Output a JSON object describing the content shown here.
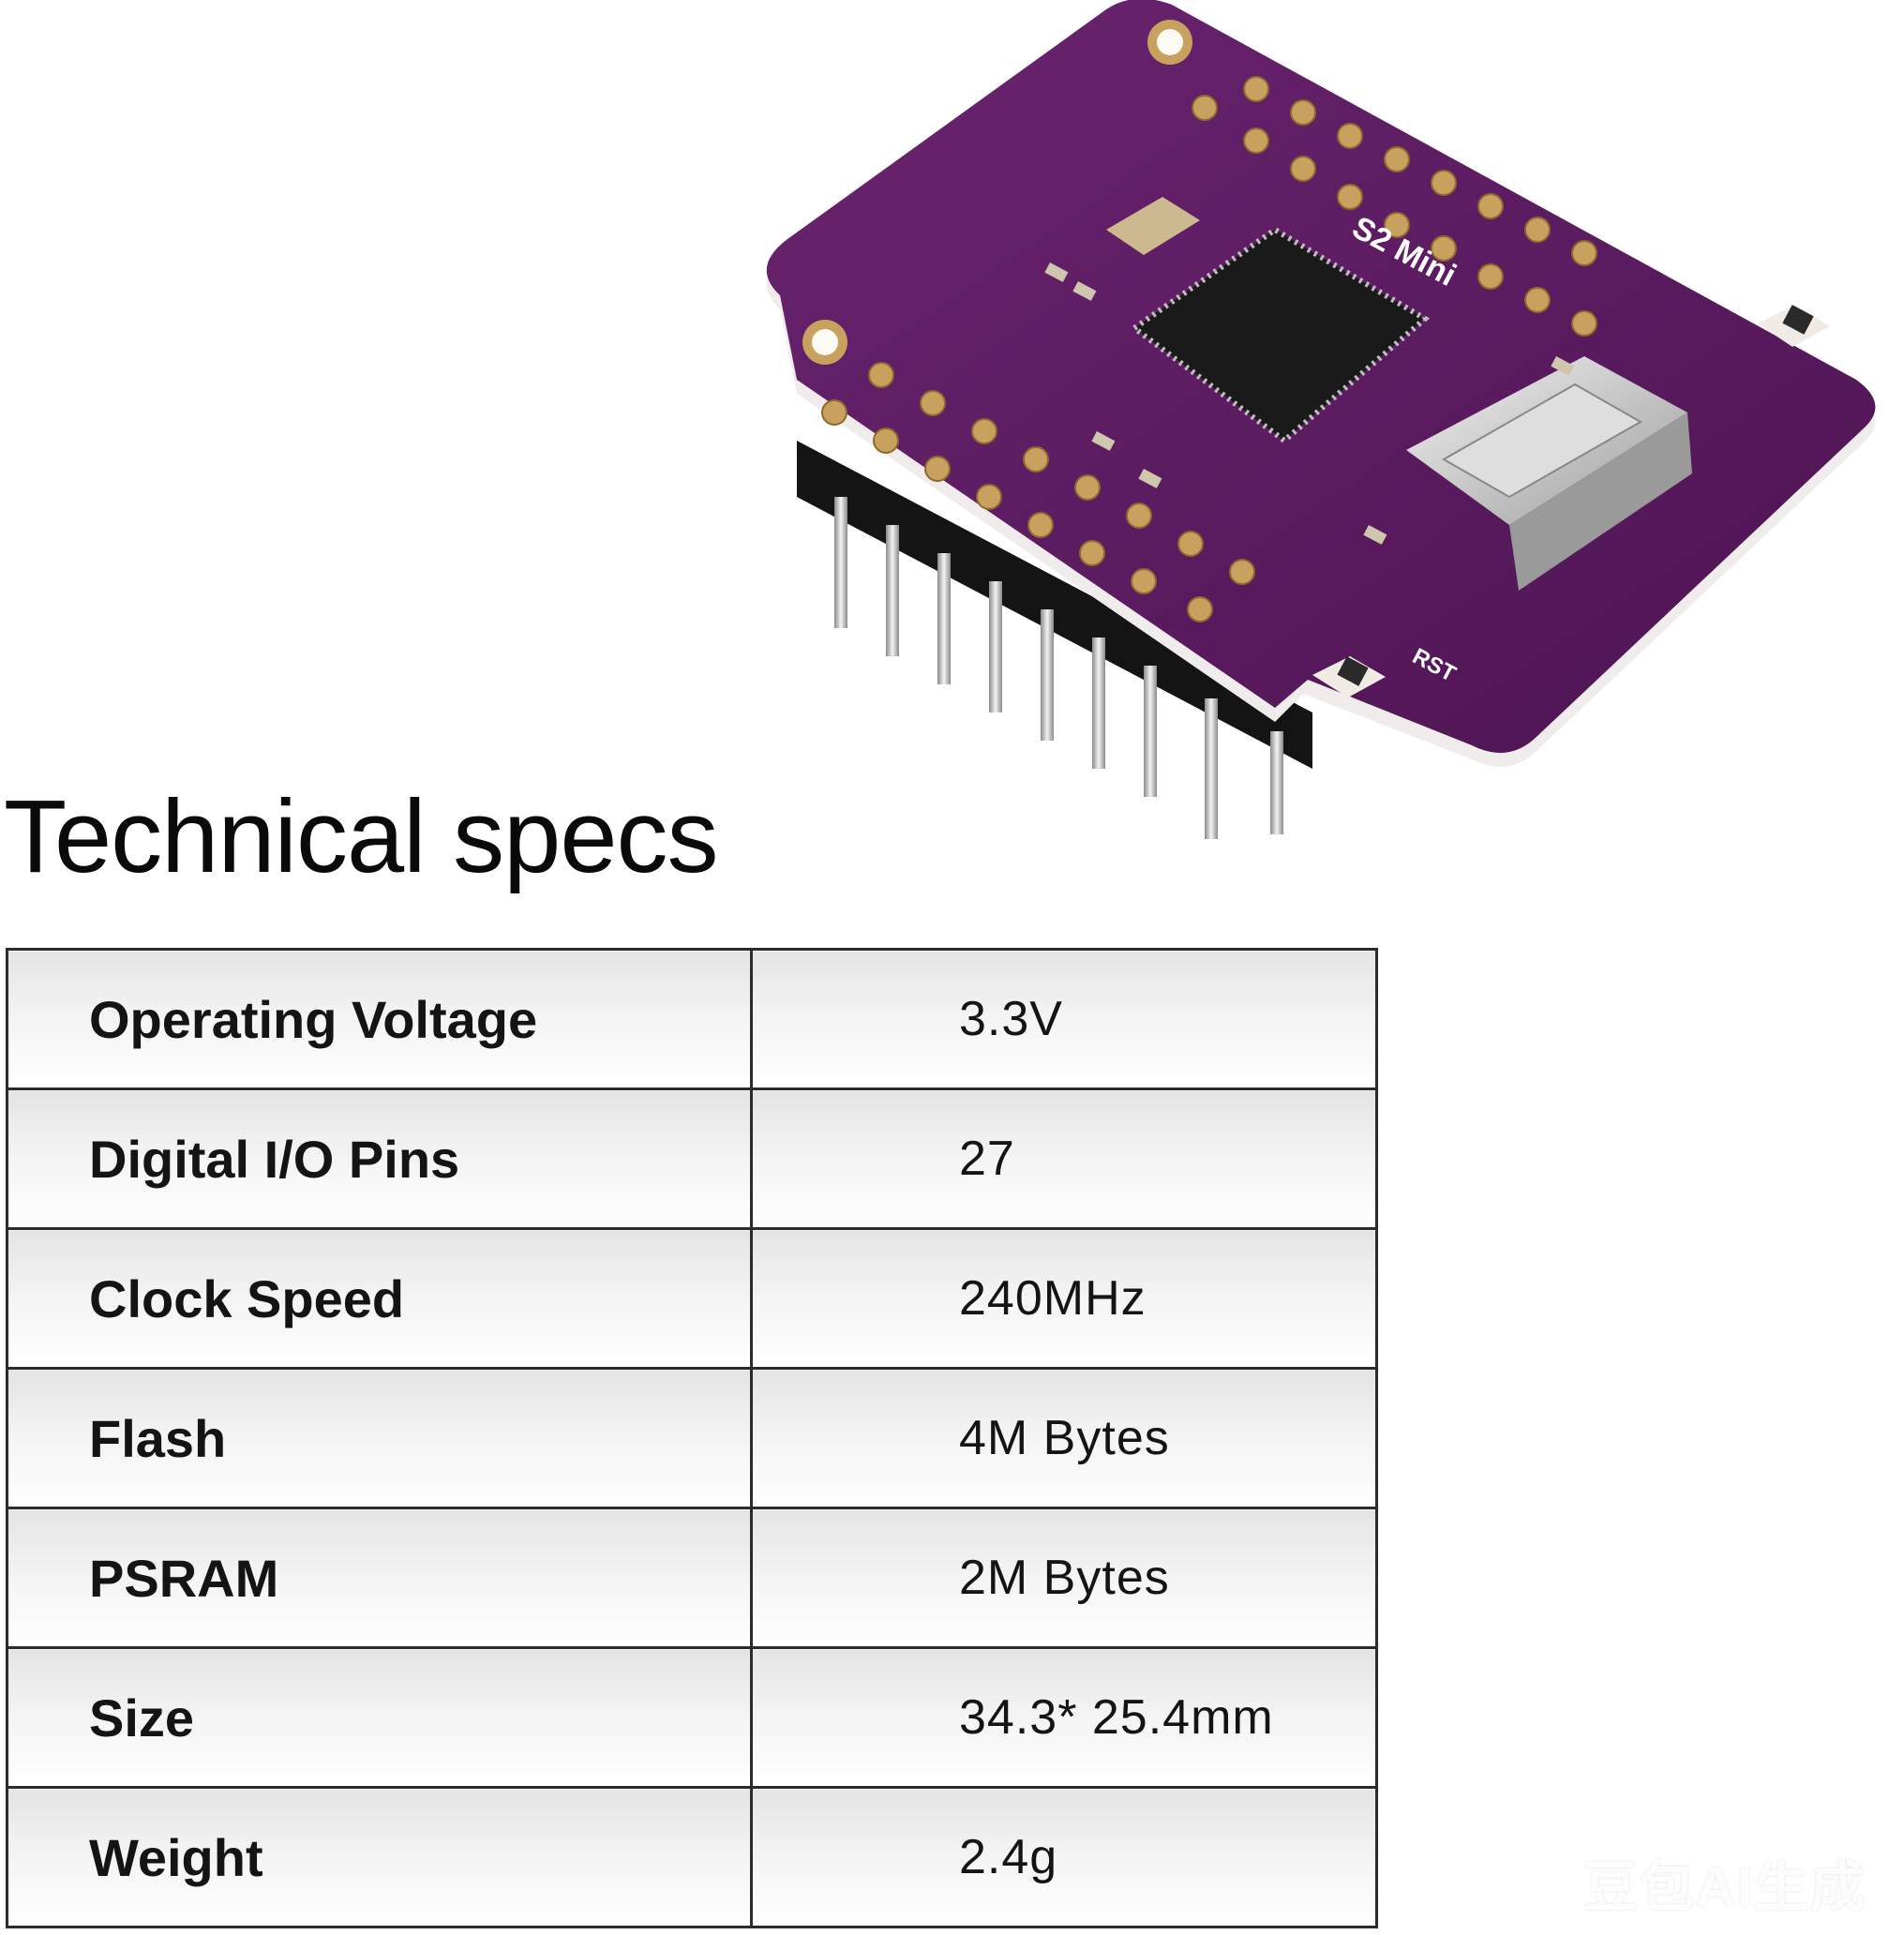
{
  "product": {
    "board_color": "#5a1a5e",
    "silkscreen_model": "S2 Mini",
    "silkscreen_reset": "RST"
  },
  "heading": "Technical specs",
  "specs": [
    {
      "label": "Operating Voltage",
      "value": "3.3V"
    },
    {
      "label": "Digital I/O Pins",
      "value": "27"
    },
    {
      "label": "Clock Speed",
      "value": "240MHz"
    },
    {
      "label": "Flash",
      "value": "4M Bytes"
    },
    {
      "label": "PSRAM",
      "value": "2M Bytes"
    },
    {
      "label": "Size",
      "value": "34.3* 25.4mm"
    },
    {
      "label": "Weight",
      "value": "2.4g"
    }
  ],
  "watermark": "豆包AI生成"
}
